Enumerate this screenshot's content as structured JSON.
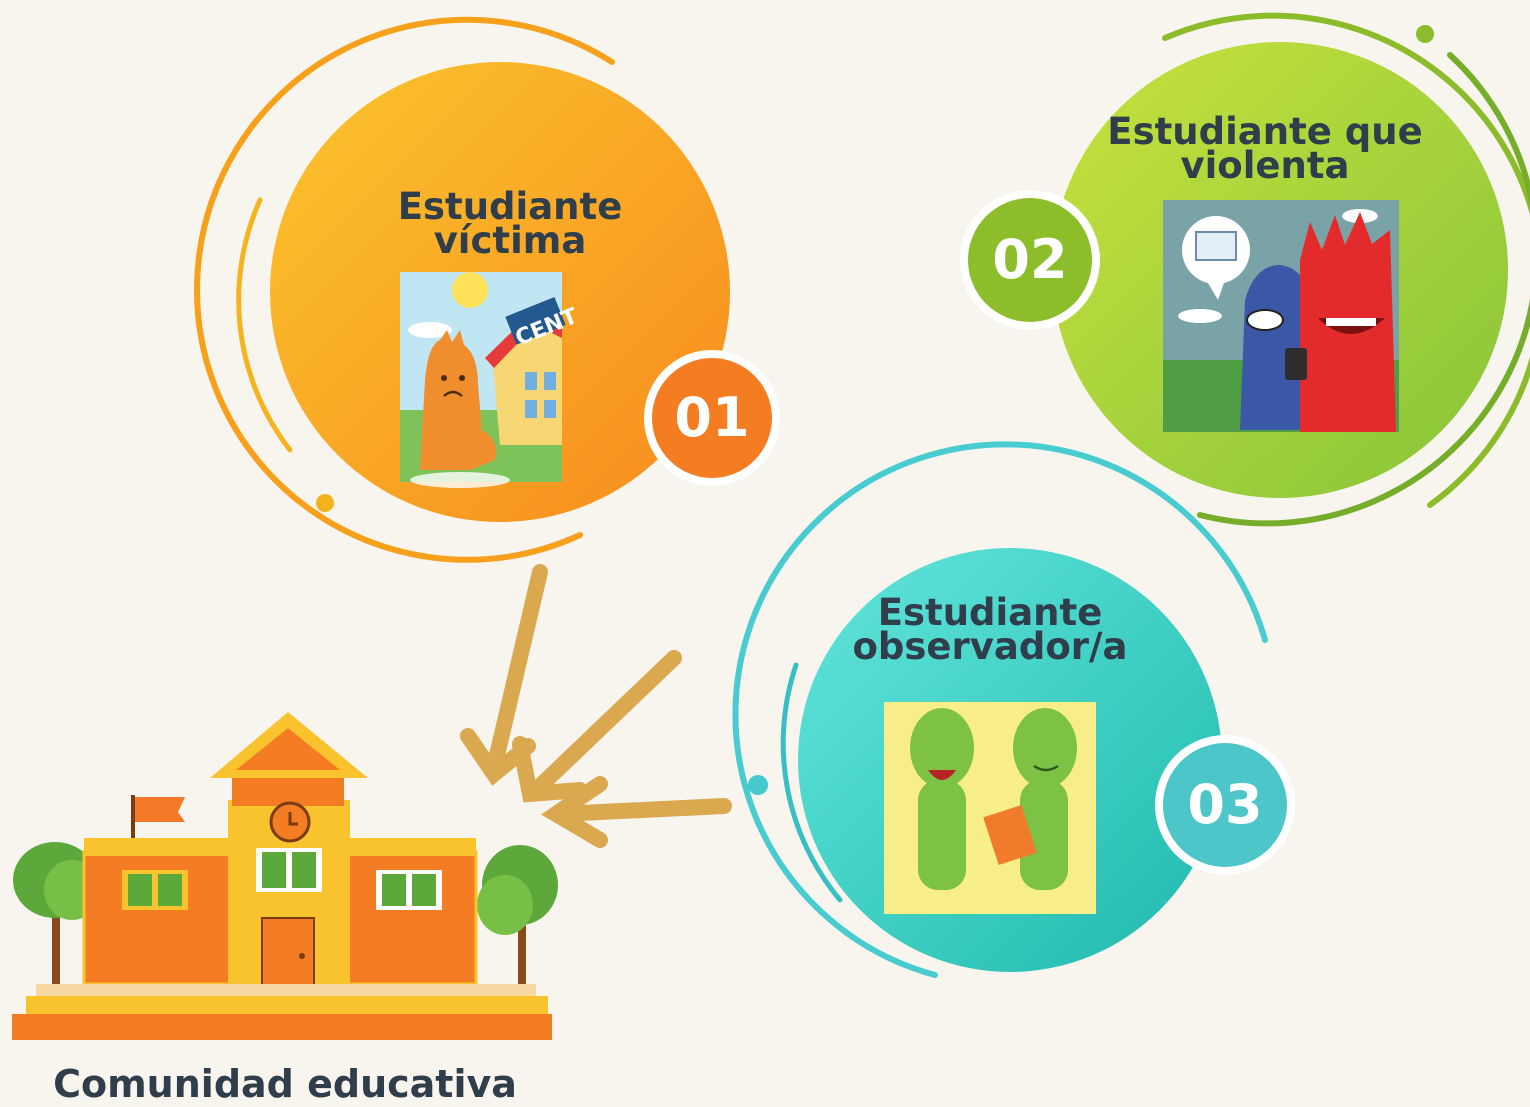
{
  "header": {
    "fragment": ""
  },
  "roles": [
    {
      "number": "01",
      "lines": [
        "Estudiante",
        "víctima"
      ],
      "color": "#f4a321",
      "illustration": "sad-student-at-school"
    },
    {
      "number": "02",
      "lines": [
        "Estudiante que",
        "violenta"
      ],
      "color": "#9bc93a",
      "illustration": "monsters-mocking-with-phone"
    },
    {
      "number": "03",
      "lines": [
        "Estudiante",
        "observador/a"
      ],
      "color": "#4cd4d0",
      "illustration": "two-students-observing"
    }
  ],
  "school_sign": "CENT",
  "community": {
    "label": "Comunidad educativa",
    "icon": "school-building-icon"
  },
  "arrows": {
    "color": "#d9a84f",
    "count": 3,
    "target": "community"
  }
}
